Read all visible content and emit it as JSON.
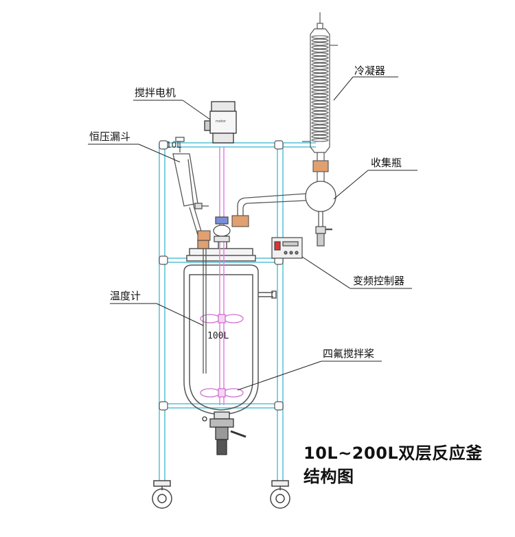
{
  "labels": {
    "motor": "搅拌电机",
    "funnel": "恒压漏斗",
    "condenser": "冷凝器",
    "collector": "收集瓶",
    "controller": "变频控制器",
    "thermometer": "温度计",
    "stirrer": "四氟搅拌桨"
  },
  "funnel_volume": "10L",
  "vessel_volume": "100L",
  "title": {
    "line1": "10L~200L双层反应釜",
    "line2": "结构图"
  },
  "colors": {
    "frame": "#7fd0e0",
    "glass": "#555555",
    "shaft": "#e080e0",
    "flange": "#e0a070",
    "impeller": "#d070d0",
    "leader": "#222222"
  }
}
